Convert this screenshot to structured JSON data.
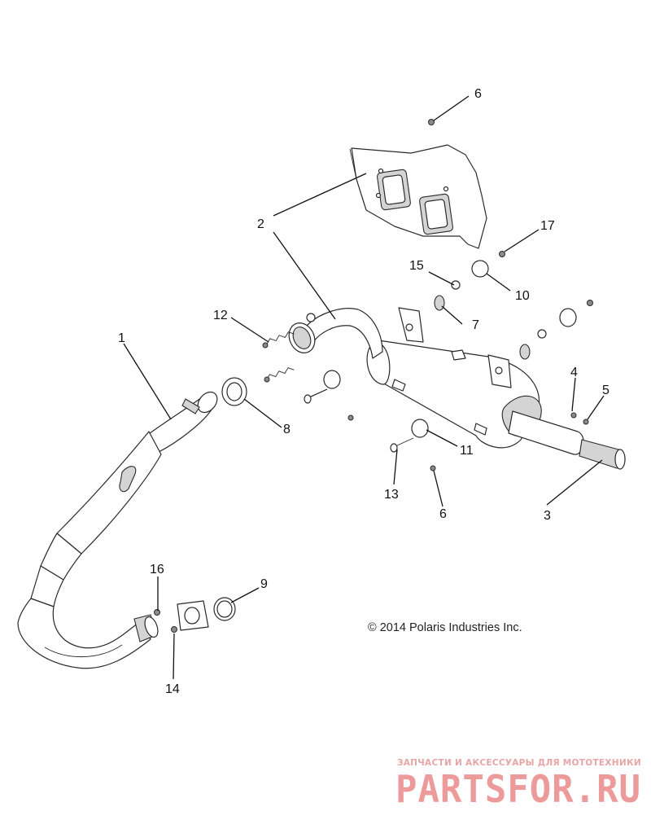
{
  "callouts": [
    {
      "id": "c1",
      "label": "1"
    },
    {
      "id": "c2",
      "label": "2"
    },
    {
      "id": "c3",
      "label": "3"
    },
    {
      "id": "c4",
      "label": "4"
    },
    {
      "id": "c5",
      "label": "5"
    },
    {
      "id": "c6a",
      "label": "6"
    },
    {
      "id": "c6b",
      "label": "6"
    },
    {
      "id": "c7",
      "label": "7"
    },
    {
      "id": "c8",
      "label": "8"
    },
    {
      "id": "c9",
      "label": "9"
    },
    {
      "id": "c10",
      "label": "10"
    },
    {
      "id": "c11",
      "label": "11"
    },
    {
      "id": "c12",
      "label": "12"
    },
    {
      "id": "c13",
      "label": "13"
    },
    {
      "id": "c14",
      "label": "14"
    },
    {
      "id": "c15",
      "label": "15"
    },
    {
      "id": "c16",
      "label": "16"
    },
    {
      "id": "c17",
      "label": "17"
    }
  ],
  "copyright": "© 2014 Polaris Industries Inc.",
  "watermark": {
    "tagline": "ЗАПЧАСТИ И АКСЕССУАРЫ ДЛЯ МОТОТЕХНИКИ",
    "brand": "PARTSFOR.RU",
    "color": "#ed9a9a"
  }
}
